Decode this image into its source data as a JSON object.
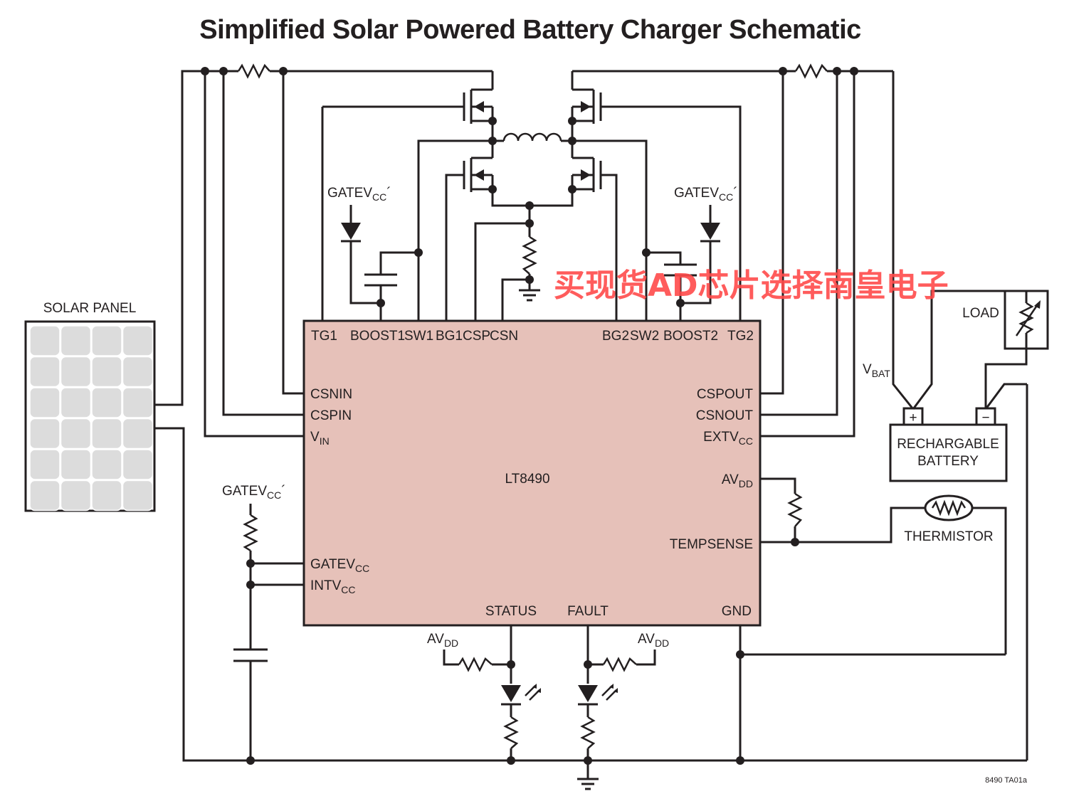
{
  "title": "Simplified Solar Powered Battery Charger Schematic",
  "watermark": "买现货AD芯片选择南皇电子",
  "figure_id": "8490 TA01a",
  "chip": {
    "name": "LT8490",
    "fill": "#e6c1b9",
    "pins": {
      "tg1": "TG1",
      "boost1": "BOOST1",
      "sw1": "SW1",
      "bg1": "BG1",
      "csp": "CSP",
      "csn": "CSN",
      "bg2": "BG2",
      "sw2": "SW2",
      "boost2": "BOOST2",
      "tg2": "TG2",
      "csnin": "CSNIN",
      "cspin": "CSPIN",
      "vin_main": "V",
      "vin_sub": "IN",
      "gatevcc_main": "GATEV",
      "gatevcc_sub": "CC",
      "intvcc_main": "INTV",
      "intvcc_sub": "CC",
      "cspout": "CSPOUT",
      "csnout": "CSNOUT",
      "extvcc_main": "EXTV",
      "extvcc_sub": "CC",
      "avdd_main": "AV",
      "avdd_sub": "DD",
      "tempsense": "TEMPSENSE",
      "status": "STATUS",
      "fault": "FAULT",
      "gnd": "GND"
    }
  },
  "labels": {
    "solar_panel": "SOLAR PANEL",
    "gatevcc_prime_main": "GATEV",
    "gatevcc_prime_sub": "CC",
    "prime": "´",
    "avdd_main": "AV",
    "avdd_sub": "DD",
    "vbat_main": "V",
    "vbat_sub": "BAT",
    "load": "LOAD",
    "battery_line1": "RECHARGABLE",
    "battery_line2": "BATTERY",
    "thermistor": "THERMISTOR",
    "plus": "+",
    "minus": "−"
  },
  "colors": {
    "ink": "#231f20",
    "watermark": "#ff4a4a",
    "chip_fill": "#e6c1b9",
    "panel_cell": "#dcdcdc"
  },
  "icons": [
    "solar-panel-icon",
    "mosfet-icon",
    "inductor-icon",
    "resistor-icon",
    "capacitor-icon",
    "diode-icon",
    "led-icon",
    "ground-icon",
    "thermistor-icon",
    "variable-resistor-icon",
    "battery-icon"
  ]
}
